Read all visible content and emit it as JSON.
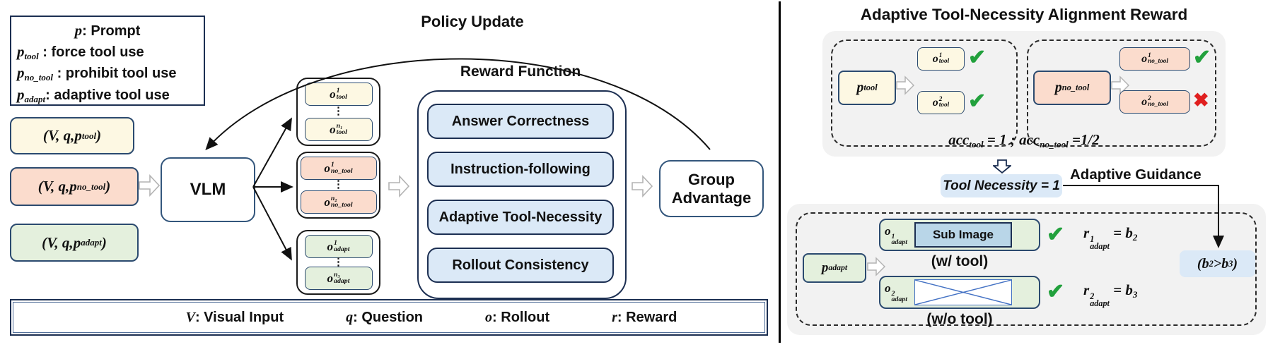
{
  "colors": {
    "navy_border": "#2b4a6f",
    "dark_navy": "#1c2f52",
    "yellow": "#fdf8e3",
    "salmon": "#fbdccd",
    "green": "#e4f0dd",
    "light_blue": "#dbe9f7",
    "sub_image_blue": "#b9d6e8",
    "panel_gray": "#f2f2f2",
    "check_green": "#22a13d",
    "cross_red": "#e01f1f"
  },
  "icons": {
    "check_glyph": "✔",
    "cross_glyph": "✖",
    "dots_glyph": "⋮"
  },
  "left": {
    "policy_update": "Policy Update",
    "legend": {
      "line1": {
        "sym": "p",
        "desc": ": Prompt"
      },
      "line2": {
        "sym": "p",
        "sub": "tool",
        "desc": " : force tool use"
      },
      "line3": {
        "sym": "p",
        "sub": "no_tool",
        "desc": " : prohibit tool use"
      },
      "line4": {
        "sym": "p",
        "sub": "adapt",
        "desc": ": adaptive tool use"
      }
    },
    "inputs": [
      {
        "prefix": "(V, q, ",
        "sym": "p",
        "sub": "tool",
        "suffix": ")"
      },
      {
        "prefix": "(V, q, ",
        "sym": "p",
        "sub": "no_tool",
        "suffix": ")"
      },
      {
        "prefix": "(V, q, ",
        "sym": "p",
        "sub": "adapt",
        "suffix": ")"
      }
    ],
    "vlm_label": "VLM",
    "rollout_groups": [
      {
        "first": {
          "base": "o",
          "sup": "1",
          "sub": "tool"
        },
        "last": {
          "base": "o",
          "sup": "n₁",
          "sub": "tool"
        }
      },
      {
        "first": {
          "base": "o",
          "sup": "1",
          "sub": "no_tool"
        },
        "last": {
          "base": "o",
          "sup": "n₂",
          "sub": "no_tool"
        }
      },
      {
        "first": {
          "base": "o",
          "sup": "1",
          "sub": "adapt"
        },
        "last": {
          "base": "o",
          "sup": "n₃",
          "sub": "adapt"
        }
      }
    ],
    "reward": {
      "title": "Reward Function",
      "items": [
        "Answer Correctness",
        "Instruction-following",
        "Adaptive Tool-Necessity",
        "Rollout Consistency"
      ]
    },
    "group_advantage": "Group Advantage",
    "bottom_legend": [
      {
        "sym": "V",
        "desc": ": Visual Input"
      },
      {
        "sym": "q",
        "desc": ": Question"
      },
      {
        "sym": "o",
        "desc": ": Rollout"
      },
      {
        "sym": "r",
        "desc": ": Reward"
      }
    ]
  },
  "right": {
    "title": "Adaptive Tool-Necessity Alignment Reward",
    "tool_case": {
      "prompt": {
        "sym": "p",
        "sub": "tool"
      },
      "rollout1": {
        "base": "o",
        "sup": "1",
        "sub": "tool"
      },
      "rollout2": {
        "base": "o",
        "sup": "2",
        "sub": "tool"
      }
    },
    "no_tool_case": {
      "prompt": {
        "sym": "p",
        "sub": "no_tool"
      },
      "rollout1": {
        "base": "o",
        "sup": "1",
        "sub": "no_tool"
      },
      "rollout2": {
        "base": "o",
        "sup": "2",
        "sub": "no_tool"
      }
    },
    "acc": {
      "a_base": "acc",
      "a_sub": "tool",
      "a_eq": " = 1 ; ",
      "b_base": "acc",
      "b_sub": "no_tool",
      "b_eq": " =1/2"
    },
    "tool_necessity": "Tool Necessity = 1",
    "adaptive_guidance": "Adaptive Guidance",
    "adapt_case": {
      "prompt": {
        "sym": "p",
        "sub": "adapt"
      },
      "row1": {
        "o": {
          "base": "o",
          "sup": "1",
          "sub": "adapt"
        },
        "tag": "Sub Image",
        "eq": {
          "lhs_base": "r",
          "lhs_sup": "1",
          "lhs_sub": "adapt",
          "eqsign": " = ",
          "rhs_base": "b",
          "rhs_sub": "2"
        },
        "caption": "(w/ tool)"
      },
      "row2": {
        "o": {
          "base": "o",
          "sup": "2",
          "sub": "adapt"
        },
        "eq": {
          "lhs_base": "r",
          "lhs_sup": "2",
          "lhs_sub": "adapt",
          "eqsign": " = ",
          "rhs_base": "b",
          "rhs_sub": "3"
        },
        "caption": "(w/o tool)"
      },
      "compare": {
        "open": "(",
        "b1_base": "b",
        "b1_sub": "2",
        "rel": " > ",
        "b2_base": "b",
        "b2_sub": "3",
        "close": ")"
      }
    }
  }
}
